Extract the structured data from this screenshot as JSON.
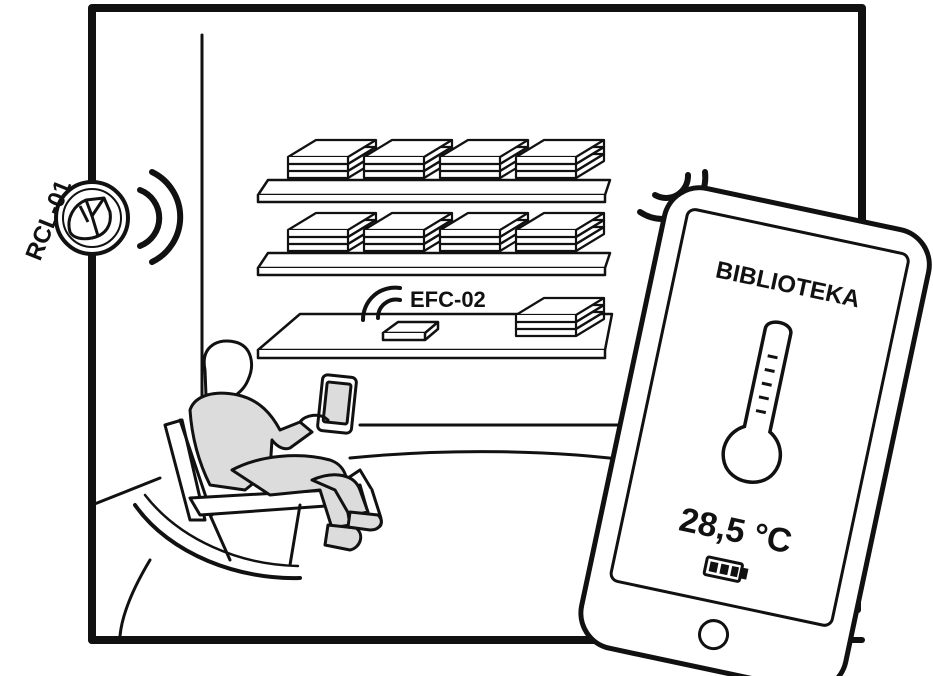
{
  "labels": {
    "wall_sensor": "RCL-01",
    "shelf_sensor": "EFC-02"
  },
  "tablet_screen": {
    "location": "BIBLIOTEKA",
    "temperature": "28,5 °C",
    "icons": [
      "thermometer-icon",
      "battery-icon"
    ]
  },
  "colors": {
    "ink": "#111111",
    "paper": "#ffffff",
    "shade": "#dcdcdc"
  }
}
